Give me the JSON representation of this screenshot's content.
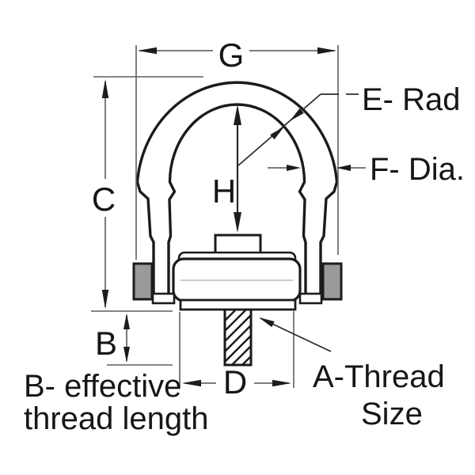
{
  "drawing": {
    "dim_labels": {
      "g": "G",
      "c": "C",
      "b": "B",
      "h": "H",
      "d": "D"
    },
    "callouts": {
      "e_rad": "E- Rad",
      "f_dia": "F- Dia.",
      "a_thread_line1": "A-Thread",
      "a_thread_line2": "Size",
      "b_note_line1": "B- effective",
      "b_note_line2": "thread length"
    },
    "colors": {
      "background": "#ffffff",
      "outline": "#1b1b1b",
      "dimension_line": "#6a6a6a",
      "extension_line": "#5f5f5f",
      "leader_line": "#2a2a2a",
      "text": "#161616",
      "bushing_fill": "#9a9a9a",
      "flange_inner_line": "#bcbcbc"
    }
  }
}
